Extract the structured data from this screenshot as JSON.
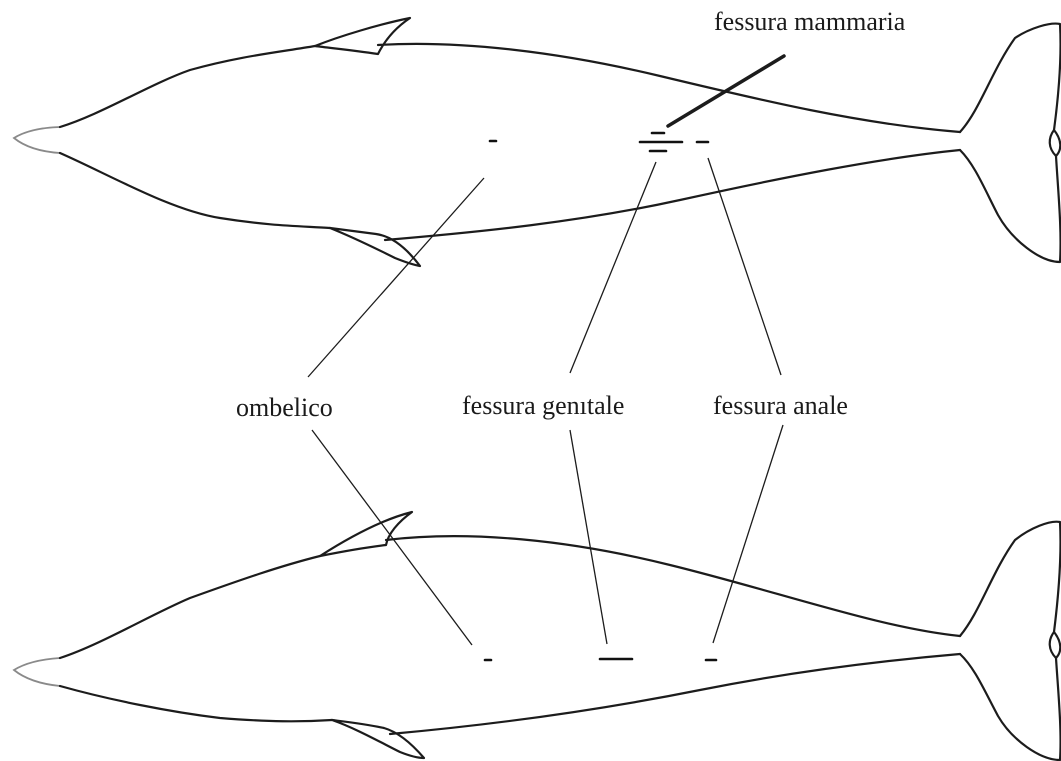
{
  "figure": {
    "labels": {
      "mammary_slit": "fessura mammaria",
      "umbilicus": "ombelico",
      "genital_slit": "fessura genıtale",
      "anal_slit": "fessura anale"
    }
  }
}
